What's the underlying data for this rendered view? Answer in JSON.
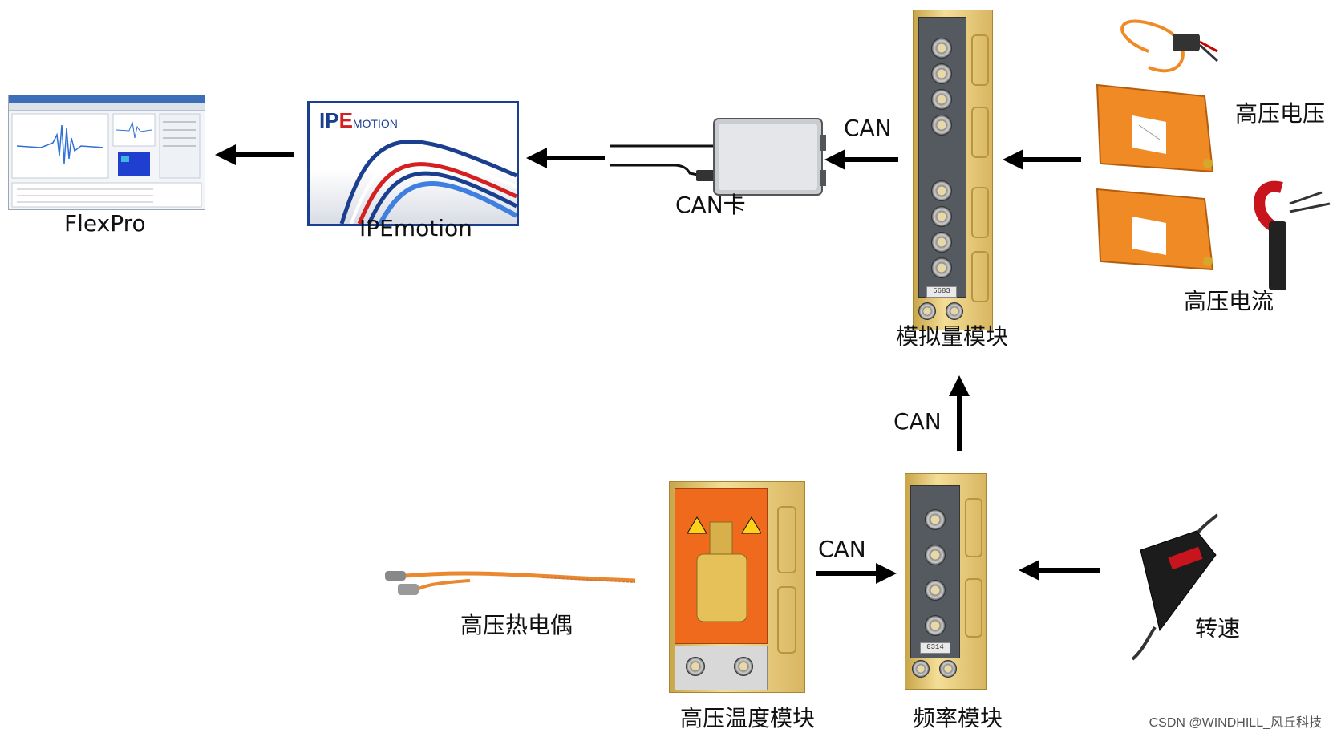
{
  "labels": {
    "flexpro": "FlexPro",
    "ipemotion": "IPEmotion",
    "can_card": "CAN卡",
    "analog_module": "模拟量模块",
    "hv_voltage": "高压电压",
    "hv_current": "高压电流",
    "hv_thermocouple": "高压热电偶",
    "hv_temp_module": "高压温度模块",
    "freq_module": "频率模块",
    "speed": "转速"
  },
  "connections": {
    "can_top": "CAN",
    "can_vertical": "CAN",
    "can_bottom": "CAN"
  },
  "ipemotion_logo": {
    "ip": "IP",
    "e": "E",
    "motion": "MOTION"
  },
  "module_badges": {
    "analog": "5683",
    "frequency": "0314"
  },
  "watermark": "CSDN @WINDHILL_风丘科技",
  "colors": {
    "module_gold": "#e6c66f",
    "orange": "#f08a24",
    "logo_blue": "#1b3f8f",
    "logo_red": "#d42020"
  }
}
